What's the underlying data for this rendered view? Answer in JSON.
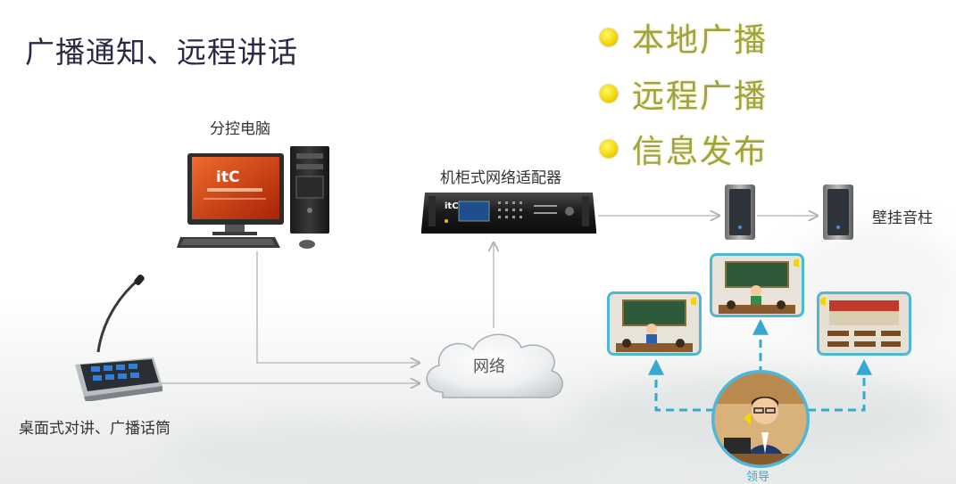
{
  "title": "广播通知、远程讲话",
  "features": [
    "本地广播",
    "远程广播",
    "信息发布"
  ],
  "labels": {
    "pc": "分控电脑",
    "adapter": "机柜式网络适配器",
    "speaker": "壁挂音柱",
    "network": "网络",
    "mic": "桌面式对讲、广播话筒",
    "leader": "领导"
  },
  "pc_screen": {
    "logo": "itC"
  },
  "adapter_brand": "itC",
  "colors": {
    "title": "#2a2a46",
    "feature_text": "#a2a23b",
    "bullet": "#f2d600",
    "frame": "#4fb7d6",
    "dash": "#37a8cf",
    "arrow": "#b3b3b3"
  },
  "icons": [
    "computer-icon",
    "rack-adapter-icon",
    "wall-speaker-icon",
    "cloud-icon",
    "desktop-microphone-icon",
    "classroom-icon",
    "leader-icon"
  ]
}
